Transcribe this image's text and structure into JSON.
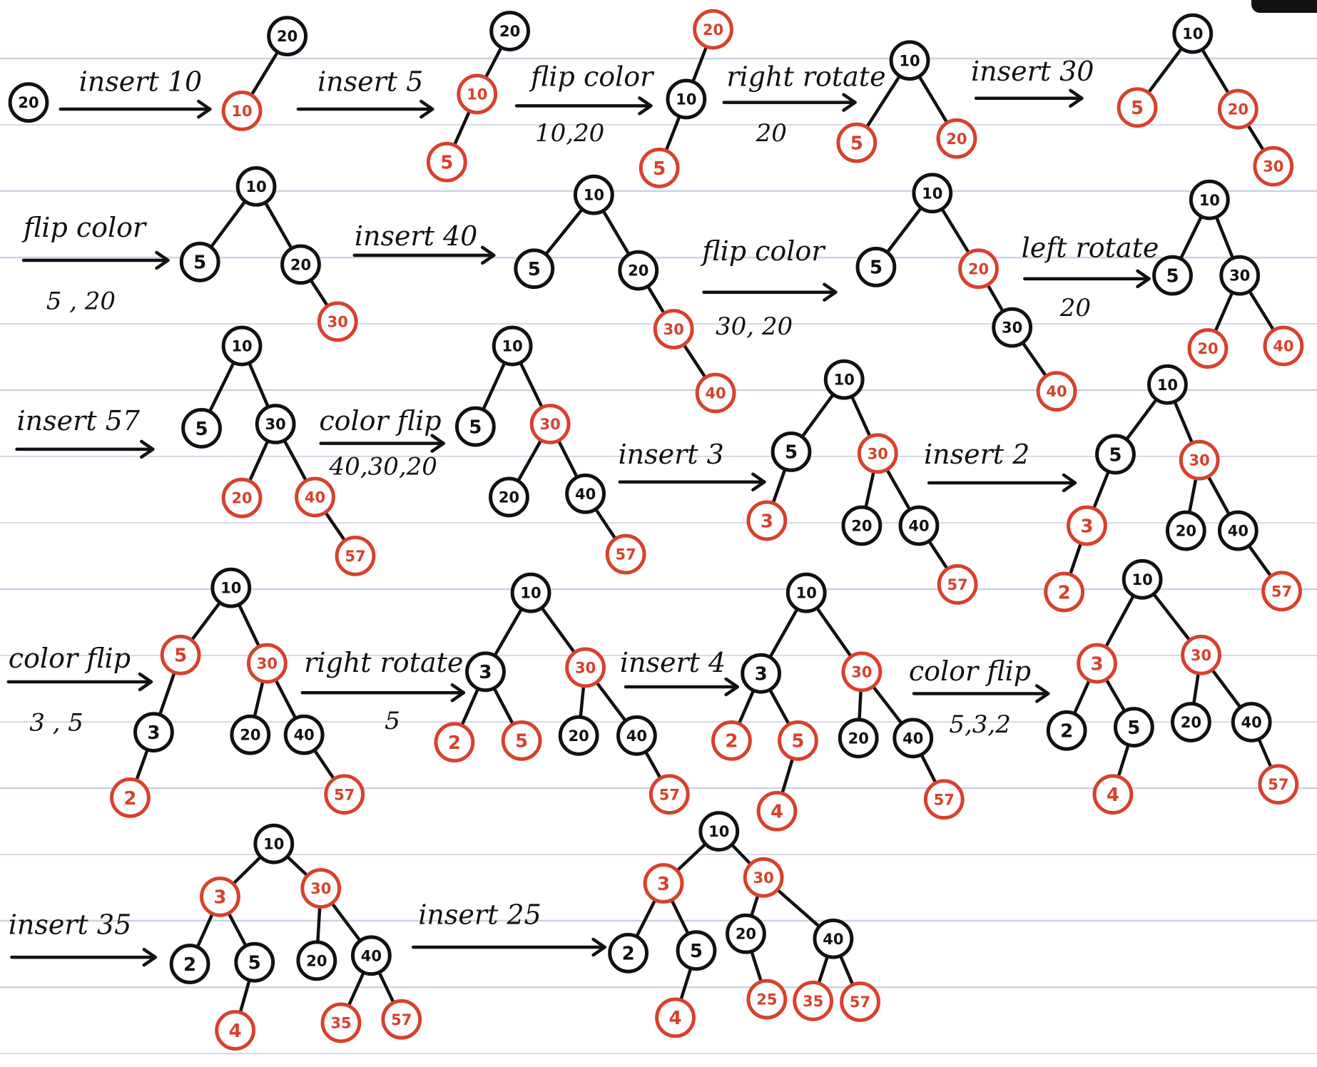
{
  "colors": {
    "red": "#d7412e",
    "black": "#111111",
    "line": "#c9d2e3"
  },
  "trees": [
    {
      "id": "t1",
      "nodes": [
        {
          "k": "n20",
          "label": "20",
          "c": "black"
        }
      ],
      "edges": []
    },
    {
      "id": "t2",
      "nodes": [
        {
          "k": "n20",
          "label": "20",
          "c": "black"
        },
        {
          "k": "n10",
          "label": "10",
          "c": "red"
        }
      ],
      "edges": [
        [
          "n20",
          "n10"
        ]
      ]
    },
    {
      "id": "t3",
      "nodes": [
        {
          "k": "n20",
          "label": "20",
          "c": "black"
        },
        {
          "k": "n10",
          "label": "10",
          "c": "red"
        },
        {
          "k": "n5",
          "label": "5",
          "c": "red"
        }
      ],
      "edges": [
        [
          "n20",
          "n10"
        ],
        [
          "n10",
          "n5"
        ]
      ]
    },
    {
      "id": "t4",
      "nodes": [
        {
          "k": "n20",
          "label": "20",
          "c": "red"
        },
        {
          "k": "n10",
          "label": "10",
          "c": "black"
        },
        {
          "k": "n5",
          "label": "5",
          "c": "red"
        }
      ],
      "edges": [
        [
          "n20",
          "n10"
        ],
        [
          "n10",
          "n5"
        ]
      ]
    },
    {
      "id": "t5",
      "nodes": [
        {
          "k": "n10",
          "label": "10",
          "c": "black"
        },
        {
          "k": "n5",
          "label": "5",
          "c": "red"
        },
        {
          "k": "n20",
          "label": "20",
          "c": "red"
        }
      ],
      "edges": [
        [
          "n10",
          "n5"
        ],
        [
          "n10",
          "n20"
        ]
      ]
    },
    {
      "id": "t6",
      "nodes": [
        {
          "k": "n10",
          "label": "10",
          "c": "black"
        },
        {
          "k": "n5",
          "label": "5",
          "c": "red"
        },
        {
          "k": "n20",
          "label": "20",
          "c": "red"
        },
        {
          "k": "n30",
          "label": "30",
          "c": "red"
        }
      ],
      "edges": [
        [
          "n10",
          "n5"
        ],
        [
          "n10",
          "n20"
        ],
        [
          "n20",
          "n30"
        ]
      ]
    },
    {
      "id": "t7",
      "nodes": [
        {
          "k": "n10",
          "label": "10",
          "c": "black"
        },
        {
          "k": "n5",
          "label": "5",
          "c": "black"
        },
        {
          "k": "n20",
          "label": "20",
          "c": "black"
        },
        {
          "k": "n30",
          "label": "30",
          "c": "red"
        }
      ],
      "edges": [
        [
          "n10",
          "n5"
        ],
        [
          "n10",
          "n20"
        ],
        [
          "n20",
          "n30"
        ]
      ]
    },
    {
      "id": "t8",
      "nodes": [
        {
          "k": "n10",
          "label": "10",
          "c": "black"
        },
        {
          "k": "n5",
          "label": "5",
          "c": "black"
        },
        {
          "k": "n20",
          "label": "20",
          "c": "black"
        },
        {
          "k": "n30",
          "label": "30",
          "c": "red"
        },
        {
          "k": "n40",
          "label": "40",
          "c": "red"
        }
      ],
      "edges": [
        [
          "n10",
          "n5"
        ],
        [
          "n10",
          "n20"
        ],
        [
          "n20",
          "n30"
        ],
        [
          "n30",
          "n40"
        ]
      ]
    },
    {
      "id": "t9",
      "nodes": [
        {
          "k": "n10",
          "label": "10",
          "c": "black"
        },
        {
          "k": "n5",
          "label": "5",
          "c": "black"
        },
        {
          "k": "n20",
          "label": "20",
          "c": "red"
        },
        {
          "k": "n30",
          "label": "30",
          "c": "black"
        },
        {
          "k": "n40",
          "label": "40",
          "c": "red"
        }
      ],
      "edges": [
        [
          "n10",
          "n5"
        ],
        [
          "n10",
          "n20"
        ],
        [
          "n20",
          "n30"
        ],
        [
          "n30",
          "n40"
        ]
      ]
    },
    {
      "id": "t10",
      "nodes": [
        {
          "k": "n10",
          "label": "10",
          "c": "black"
        },
        {
          "k": "n5",
          "label": "5",
          "c": "black"
        },
        {
          "k": "n30",
          "label": "30",
          "c": "black"
        },
        {
          "k": "n20",
          "label": "20",
          "c": "red"
        },
        {
          "k": "n40",
          "label": "40",
          "c": "red"
        }
      ],
      "edges": [
        [
          "n10",
          "n5"
        ],
        [
          "n10",
          "n30"
        ],
        [
          "n30",
          "n20"
        ],
        [
          "n30",
          "n40"
        ]
      ]
    },
    {
      "id": "t11",
      "nodes": [
        {
          "k": "n10",
          "label": "10",
          "c": "black"
        },
        {
          "k": "n5",
          "label": "5",
          "c": "black"
        },
        {
          "k": "n30",
          "label": "30",
          "c": "black"
        },
        {
          "k": "n20",
          "label": "20",
          "c": "red"
        },
        {
          "k": "n40",
          "label": "40",
          "c": "red"
        },
        {
          "k": "n57",
          "label": "57",
          "c": "red"
        }
      ],
      "edges": [
        [
          "n10",
          "n5"
        ],
        [
          "n10",
          "n30"
        ],
        [
          "n30",
          "n20"
        ],
        [
          "n30",
          "n40"
        ],
        [
          "n40",
          "n57"
        ]
      ]
    },
    {
      "id": "t12",
      "nodes": [
        {
          "k": "n10",
          "label": "10",
          "c": "black"
        },
        {
          "k": "n5",
          "label": "5",
          "c": "black"
        },
        {
          "k": "n30",
          "label": "30",
          "c": "red"
        },
        {
          "k": "n20",
          "label": "20",
          "c": "black"
        },
        {
          "k": "n40",
          "label": "40",
          "c": "black"
        },
        {
          "k": "n57",
          "label": "57",
          "c": "red"
        }
      ],
      "edges": [
        [
          "n10",
          "n5"
        ],
        [
          "n10",
          "n30"
        ],
        [
          "n30",
          "n20"
        ],
        [
          "n30",
          "n40"
        ],
        [
          "n40",
          "n57"
        ]
      ]
    },
    {
      "id": "t13",
      "nodes": [
        {
          "k": "n10",
          "label": "10",
          "c": "black"
        },
        {
          "k": "n5",
          "label": "5",
          "c": "black"
        },
        {
          "k": "n30",
          "label": "30",
          "c": "red"
        },
        {
          "k": "n3",
          "label": "3",
          "c": "red"
        },
        {
          "k": "n20",
          "label": "20",
          "c": "black"
        },
        {
          "k": "n40",
          "label": "40",
          "c": "black"
        },
        {
          "k": "n57",
          "label": "57",
          "c": "red"
        }
      ],
      "edges": [
        [
          "n10",
          "n5"
        ],
        [
          "n10",
          "n30"
        ],
        [
          "n5",
          "n3"
        ],
        [
          "n30",
          "n20"
        ],
        [
          "n30",
          "n40"
        ],
        [
          "n40",
          "n57"
        ]
      ]
    },
    {
      "id": "t14",
      "nodes": [
        {
          "k": "n10",
          "label": "10",
          "c": "black"
        },
        {
          "k": "n5",
          "label": "5",
          "c": "black"
        },
        {
          "k": "n30",
          "label": "30",
          "c": "red"
        },
        {
          "k": "n3",
          "label": "3",
          "c": "red"
        },
        {
          "k": "n2",
          "label": "2",
          "c": "red"
        },
        {
          "k": "n20",
          "label": "20",
          "c": "black"
        },
        {
          "k": "n40",
          "label": "40",
          "c": "black"
        },
        {
          "k": "n57",
          "label": "57",
          "c": "red"
        }
      ],
      "edges": [
        [
          "n10",
          "n5"
        ],
        [
          "n10",
          "n30"
        ],
        [
          "n5",
          "n3"
        ],
        [
          "n3",
          "n2"
        ],
        [
          "n30",
          "n20"
        ],
        [
          "n30",
          "n40"
        ],
        [
          "n40",
          "n57"
        ]
      ]
    },
    {
      "id": "t15",
      "nodes": [
        {
          "k": "n10",
          "label": "10",
          "c": "black"
        },
        {
          "k": "n5",
          "label": "5",
          "c": "red"
        },
        {
          "k": "n30",
          "label": "30",
          "c": "red"
        },
        {
          "k": "n3",
          "label": "3",
          "c": "black"
        },
        {
          "k": "n2",
          "label": "2",
          "c": "red"
        },
        {
          "k": "n20",
          "label": "20",
          "c": "black"
        },
        {
          "k": "n40",
          "label": "40",
          "c": "black"
        },
        {
          "k": "n57",
          "label": "57",
          "c": "red"
        }
      ],
      "edges": [
        [
          "n10",
          "n5"
        ],
        [
          "n10",
          "n30"
        ],
        [
          "n5",
          "n3"
        ],
        [
          "n3",
          "n2"
        ],
        [
          "n30",
          "n20"
        ],
        [
          "n30",
          "n40"
        ],
        [
          "n40",
          "n57"
        ]
      ]
    },
    {
      "id": "t16",
      "nodes": [
        {
          "k": "n10",
          "label": "10",
          "c": "black"
        },
        {
          "k": "n3",
          "label": "3",
          "c": "black"
        },
        {
          "k": "n30",
          "label": "30",
          "c": "red"
        },
        {
          "k": "n2",
          "label": "2",
          "c": "red"
        },
        {
          "k": "n5",
          "label": "5",
          "c": "red"
        },
        {
          "k": "n20",
          "label": "20",
          "c": "black"
        },
        {
          "k": "n40",
          "label": "40",
          "c": "black"
        },
        {
          "k": "n57",
          "label": "57",
          "c": "red"
        }
      ],
      "edges": [
        [
          "n10",
          "n3"
        ],
        [
          "n10",
          "n30"
        ],
        [
          "n3",
          "n2"
        ],
        [
          "n3",
          "n5"
        ],
        [
          "n30",
          "n20"
        ],
        [
          "n30",
          "n40"
        ],
        [
          "n40",
          "n57"
        ]
      ]
    },
    {
      "id": "t17",
      "nodes": [
        {
          "k": "n10",
          "label": "10",
          "c": "black"
        },
        {
          "k": "n3",
          "label": "3",
          "c": "black"
        },
        {
          "k": "n30",
          "label": "30",
          "c": "red"
        },
        {
          "k": "n2",
          "label": "2",
          "c": "red"
        },
        {
          "k": "n5",
          "label": "5",
          "c": "red"
        },
        {
          "k": "n4",
          "label": "4",
          "c": "red"
        },
        {
          "k": "n20",
          "label": "20",
          "c": "black"
        },
        {
          "k": "n40",
          "label": "40",
          "c": "black"
        },
        {
          "k": "n57",
          "label": "57",
          "c": "red"
        }
      ],
      "edges": [
        [
          "n10",
          "n3"
        ],
        [
          "n10",
          "n30"
        ],
        [
          "n3",
          "n2"
        ],
        [
          "n3",
          "n5"
        ],
        [
          "n5",
          "n4"
        ],
        [
          "n30",
          "n20"
        ],
        [
          "n30",
          "n40"
        ],
        [
          "n40",
          "n57"
        ]
      ]
    },
    {
      "id": "t18",
      "nodes": [
        {
          "k": "n10",
          "label": "10",
          "c": "black"
        },
        {
          "k": "n3",
          "label": "3",
          "c": "red"
        },
        {
          "k": "n30",
          "label": "30",
          "c": "red"
        },
        {
          "k": "n2",
          "label": "2",
          "c": "black"
        },
        {
          "k": "n5",
          "label": "5",
          "c": "black"
        },
        {
          "k": "n4",
          "label": "4",
          "c": "red"
        },
        {
          "k": "n20",
          "label": "20",
          "c": "black"
        },
        {
          "k": "n40",
          "label": "40",
          "c": "black"
        },
        {
          "k": "n57",
          "label": "57",
          "c": "red"
        }
      ],
      "edges": [
        [
          "n10",
          "n3"
        ],
        [
          "n10",
          "n30"
        ],
        [
          "n3",
          "n2"
        ],
        [
          "n3",
          "n5"
        ],
        [
          "n5",
          "n4"
        ],
        [
          "n30",
          "n20"
        ],
        [
          "n30",
          "n40"
        ],
        [
          "n40",
          "n57"
        ]
      ]
    },
    {
      "id": "t19",
      "nodes": [
        {
          "k": "n10",
          "label": "10",
          "c": "black"
        },
        {
          "k": "n3",
          "label": "3",
          "c": "red"
        },
        {
          "k": "n30",
          "label": "30",
          "c": "red"
        },
        {
          "k": "n2",
          "label": "2",
          "c": "black"
        },
        {
          "k": "n5",
          "label": "5",
          "c": "black"
        },
        {
          "k": "n4",
          "label": "4",
          "c": "red"
        },
        {
          "k": "n20",
          "label": "20",
          "c": "black"
        },
        {
          "k": "n40",
          "label": "40",
          "c": "black"
        },
        {
          "k": "n35",
          "label": "35",
          "c": "red"
        },
        {
          "k": "n57",
          "label": "57",
          "c": "red"
        }
      ],
      "edges": [
        [
          "n10",
          "n3"
        ],
        [
          "n10",
          "n30"
        ],
        [
          "n3",
          "n2"
        ],
        [
          "n3",
          "n5"
        ],
        [
          "n5",
          "n4"
        ],
        [
          "n30",
          "n20"
        ],
        [
          "n30",
          "n40"
        ],
        [
          "n40",
          "n35"
        ],
        [
          "n40",
          "n57"
        ]
      ]
    },
    {
      "id": "t20",
      "nodes": [
        {
          "k": "n10",
          "label": "10",
          "c": "black"
        },
        {
          "k": "n3",
          "label": "3",
          "c": "red"
        },
        {
          "k": "n30",
          "label": "30",
          "c": "red"
        },
        {
          "k": "n2",
          "label": "2",
          "c": "black"
        },
        {
          "k": "n5",
          "label": "5",
          "c": "black"
        },
        {
          "k": "n4",
          "label": "4",
          "c": "red"
        },
        {
          "k": "n20",
          "label": "20",
          "c": "black"
        },
        {
          "k": "n25",
          "label": "25",
          "c": "red"
        },
        {
          "k": "n40",
          "label": "40",
          "c": "black"
        },
        {
          "k": "n35",
          "label": "35",
          "c": "red"
        },
        {
          "k": "n57",
          "label": "57",
          "c": "red"
        }
      ],
      "edges": [
        [
          "n10",
          "n3"
        ],
        [
          "n10",
          "n30"
        ],
        [
          "n3",
          "n2"
        ],
        [
          "n3",
          "n5"
        ],
        [
          "n5",
          "n4"
        ],
        [
          "n30",
          "n20"
        ],
        [
          "n20",
          "n25"
        ],
        [
          "n30",
          "n40"
        ],
        [
          "n40",
          "n35"
        ],
        [
          "n40",
          "n57"
        ]
      ]
    }
  ],
  "steps": [
    {
      "id": "s1",
      "label": "insert 10",
      "sub": ""
    },
    {
      "id": "s2",
      "label": "insert 5",
      "sub": ""
    },
    {
      "id": "s3",
      "label": "flip color",
      "sub": "10,20"
    },
    {
      "id": "s4",
      "label": "right rotate",
      "sub": "20"
    },
    {
      "id": "s5",
      "label": "insert 30",
      "sub": ""
    },
    {
      "id": "s6",
      "label": "flip color",
      "sub": "5 , 20"
    },
    {
      "id": "s7",
      "label": "insert 40",
      "sub": ""
    },
    {
      "id": "s8",
      "label": "flip color",
      "sub": "30, 20"
    },
    {
      "id": "s9",
      "label": "left rotate",
      "sub": "20"
    },
    {
      "id": "s10",
      "label": "insert 57",
      "sub": ""
    },
    {
      "id": "s11",
      "label": "color flip",
      "sub": "40,30,20"
    },
    {
      "id": "s12",
      "label": "insert 3",
      "sub": ""
    },
    {
      "id": "s13",
      "label": "insert 2",
      "sub": ""
    },
    {
      "id": "s14",
      "label": "color flip",
      "sub": "3 , 5"
    },
    {
      "id": "s15",
      "label": "right rotate",
      "sub": "5"
    },
    {
      "id": "s16",
      "label": "insert 4",
      "sub": ""
    },
    {
      "id": "s17",
      "label": "color flip",
      "sub": "5,3,2"
    },
    {
      "id": "s18",
      "label": "insert 35",
      "sub": ""
    },
    {
      "id": "s19",
      "label": "insert 25",
      "sub": ""
    }
  ]
}
